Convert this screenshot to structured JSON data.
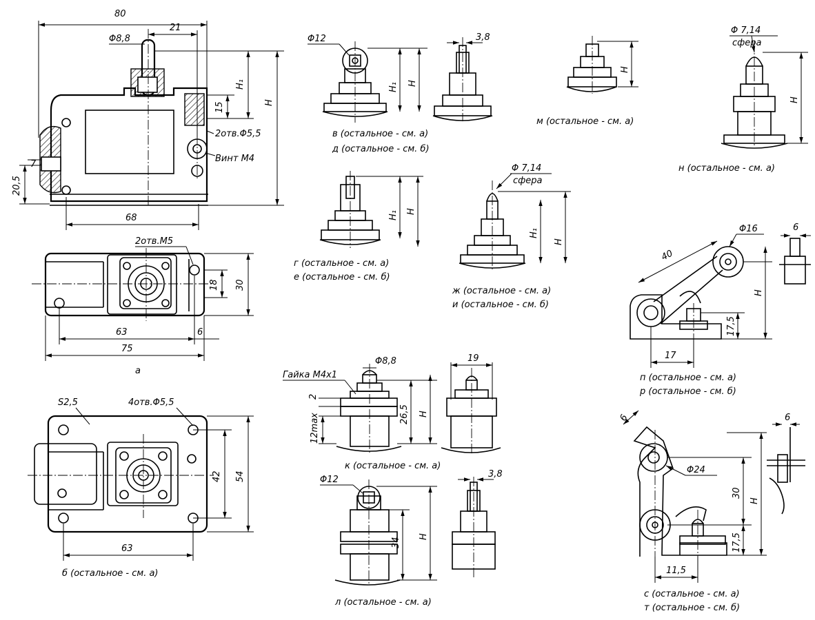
{
  "view_a": {
    "dims": {
      "d80": "80",
      "d21": "21",
      "phi88": "Φ8,8",
      "h1": "H₁",
      "h": "H",
      "d15": "15",
      "d205": "20,5",
      "d7": "7",
      "d68": "68"
    },
    "notes": {
      "holes55": "2отв.Φ5,5",
      "screw": "Винт М4"
    }
  },
  "plan_a": {
    "dims": {
      "d18": "18",
      "d30": "30",
      "d63": "63",
      "d6": "6",
      "d75": "75"
    },
    "notes": {
      "m5": "2отв.М5"
    },
    "caption": "а"
  },
  "plan_b": {
    "dims": {
      "s25": "S2,5",
      "d42": "42",
      "d54": "54",
      "d63": "63"
    },
    "notes": {
      "holes": "4отв.Φ5,5"
    },
    "caption": "б (остальное - см. а)"
  },
  "v_vd": {
    "dims": {
      "phi12": "Φ12",
      "h1": "H₁",
      "h": "H",
      "d38": "3,8"
    },
    "captions": [
      "в (остальное - см. а)",
      "д (остальное - см. б)"
    ]
  },
  "v_m": {
    "dims": {
      "h": "H"
    },
    "caption": "м (остальное - см. а)"
  },
  "v_n": {
    "dims": {
      "phi": "Φ 7,14",
      "sphere": "сфера",
      "h": "H"
    },
    "caption": "н (остальное - см. а)"
  },
  "v_ge": {
    "dims": {
      "h1": "H₁",
      "h": "H"
    },
    "captions": [
      "г (остальное - см. а)",
      "е (остальное - см. б)"
    ]
  },
  "v_zhi": {
    "dims": {
      "phi": "Φ 7,14",
      "sphere": "сфера",
      "h1": "H₁",
      "h": "H"
    },
    "captions": [
      "ж (остальное - см. а)",
      "и (остальное - см. б)"
    ]
  },
  "v_pr": {
    "dims": {
      "phi16": "Φ16",
      "d6": "6",
      "d40": "40",
      "h": "H",
      "d175": "17,5",
      "d17": "17"
    },
    "captions": [
      "п (остальное - см. а)",
      "р (остальное - см. б)"
    ]
  },
  "v_k": {
    "dims": {
      "phi88": "Φ8,8",
      "d19": "19",
      "d2": "2",
      "d12": "12max",
      "d265": "26,5",
      "h": "H"
    },
    "notes": {
      "nut": "Гайка М4х1"
    },
    "caption": "к (остальное - см. а)"
  },
  "v_l": {
    "dims": {
      "phi12": "Φ12",
      "d38": "3,8",
      "d34": "34",
      "h": "H"
    },
    "caption": "л (остальное - см. а)"
  },
  "v_st": {
    "dims": {
      "d6a": "6",
      "d6b": "6",
      "phi24": "Φ24",
      "d30": "30",
      "h": "H",
      "d175": "17,5",
      "d115": "11,5"
    },
    "captions": [
      "с (остальное - см. а)",
      "т (остальное - см. б)"
    ]
  }
}
